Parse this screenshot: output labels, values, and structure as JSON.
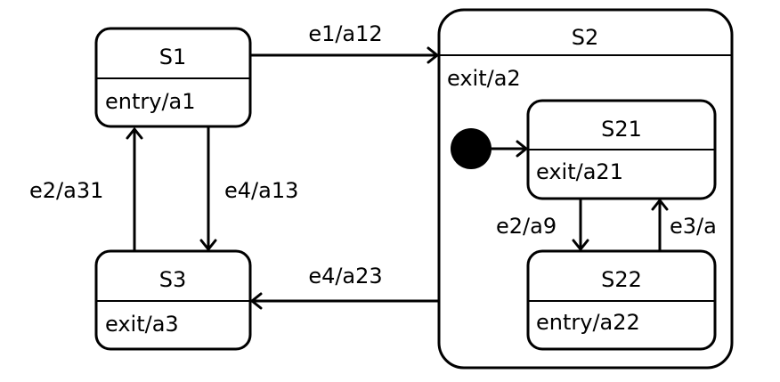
{
  "states": {
    "s1": {
      "name": "S1",
      "action": "entry/a1"
    },
    "s2": {
      "name": "S2",
      "action": "exit/a2"
    },
    "s3": {
      "name": "S3",
      "action": "exit/a3"
    },
    "s21": {
      "name": "S21",
      "action": "exit/a21"
    },
    "s22": {
      "name": "S22",
      "action": "entry/a22"
    }
  },
  "transitions": {
    "s1_to_s2": "e1/a12",
    "s3_to_s1": "e2/a31",
    "s1_to_s3": "e4/a13",
    "s2_to_s3": "e4/a23",
    "s21_to_s22": "e2/a9",
    "s22_to_s21": "e3/a"
  }
}
